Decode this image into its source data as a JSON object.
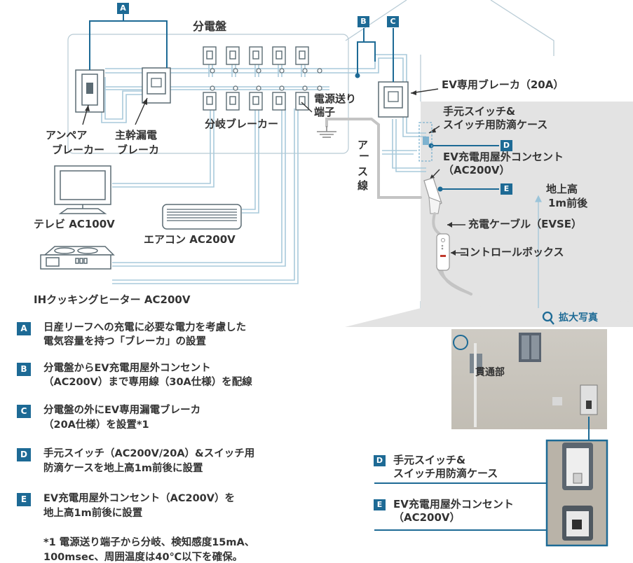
{
  "diagram": {
    "badges": {
      "a": "A",
      "b": "B",
      "c": "C",
      "d": "D",
      "e": "E"
    },
    "labels": {
      "panel": "分電盤",
      "ampere_breaker": [
        "アンペア",
        "ブレーカー"
      ],
      "main_leakage_breaker": [
        "主幹漏電",
        "ブレーカ"
      ],
      "branch_breaker": "分岐ブレーカー",
      "power_terminal": [
        "電源送り",
        "端子"
      ],
      "earth_wire": [
        "ア",
        "ー",
        "ス",
        "線"
      ],
      "ev_breaker": "EV専用ブレーカ（20A）",
      "hand_switch": [
        "手元スイッチ&",
        "スイッチ用防滴ケース"
      ],
      "ev_outlet": [
        "EV充電用屋外コンセント",
        "（AC200V）"
      ],
      "height": [
        "地上高",
        "1m前後"
      ],
      "charge_cable": "充電ケーブル（EVSE）",
      "control_box": "コントロールボックス",
      "tv": "テレビ AC100V",
      "aircon": "エアコン AC200V",
      "ih": "IHクッキングヒーター AC200V"
    }
  },
  "legend": [
    {
      "badge": "A",
      "lines": [
        "日産リーフへの充電に必要な電力を考慮した",
        "電気容量を持つ「ブレーカ」の設置"
      ]
    },
    {
      "badge": "B",
      "lines": [
        "分電盤からEV充電用屋外コンセント",
        "（AC200V）まで専用線（30A仕様）を配線"
      ]
    },
    {
      "badge": "C",
      "lines": [
        "分電盤の外にEV専用漏電ブレーカ",
        "（20A仕様）を設置*1"
      ]
    },
    {
      "badge": "D",
      "lines": [
        "手元スイッチ（AC200V/20A）&スイッチ用",
        "防滴ケースを地上高1m前後に設置"
      ]
    },
    {
      "badge": "E",
      "lines": [
        "EV充電用屋外コンセント（AC200V）を",
        "地上高1m前後に設置"
      ]
    }
  ],
  "footnote": [
    "*1 電源送り端子から分岐、検知感度15mA、",
    "100msec、周囲温度は40℃以下を確保。"
  ],
  "photo": {
    "zoom_label": "拡大写真",
    "through_hole": "貫通部",
    "d_badge": "D",
    "d_lines": [
      "手元スイッチ&",
      "スイッチ用防滴ケース"
    ],
    "e_badge": "E",
    "e_lines": [
      "EV充電用屋外コンセント",
      "（AC200V）"
    ]
  },
  "colors": {
    "accent": "#1d6a95",
    "wire": "#9bc4d9",
    "panel_bg": "#e3e3e3"
  }
}
